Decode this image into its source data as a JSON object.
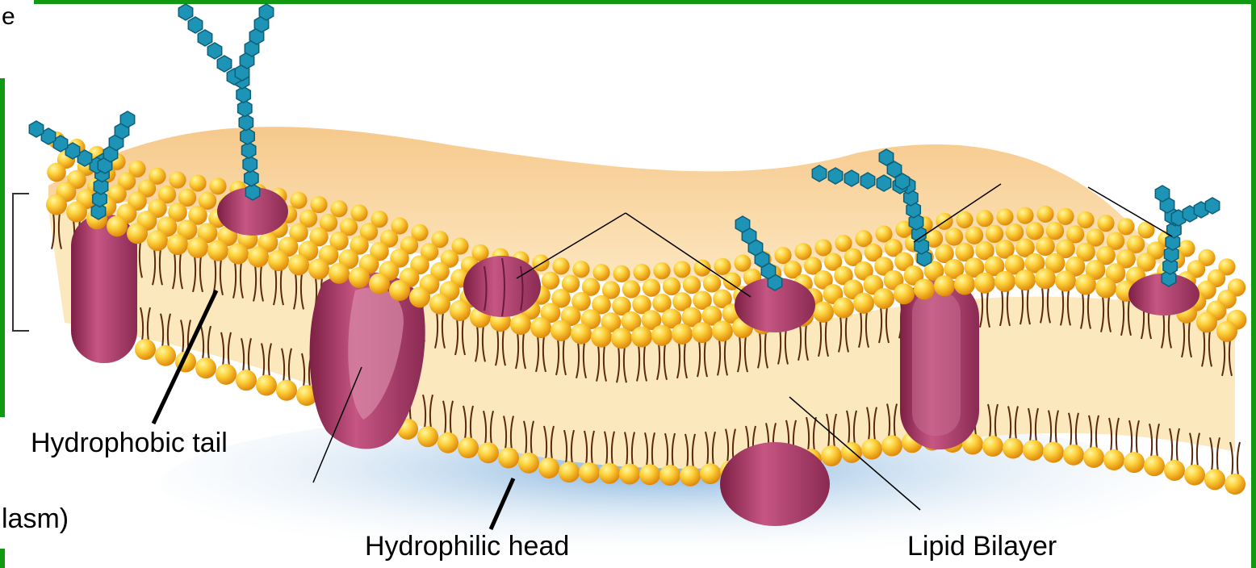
{
  "labels": {
    "top_left_fragment": "e",
    "hydrophobic_tail": "Hydrophobic tail",
    "cytoplasm_fragment": "lasm)",
    "hydrophilic_head": "Hydrophilic head",
    "lipid_bilayer": "Lipid Bilayer"
  },
  "colors": {
    "frame_green": "#119a11",
    "head_yellow": "#f7b51c",
    "head_highlight": "#fff27a",
    "protein": "#a8365e",
    "protein_light": "#cf6f8d",
    "glyco_blue": "#1d93b5",
    "bilayer_core": "#fbe9bd",
    "upper_surface": "#f1bf84",
    "shadow_blue": "#bcd5ea"
  }
}
